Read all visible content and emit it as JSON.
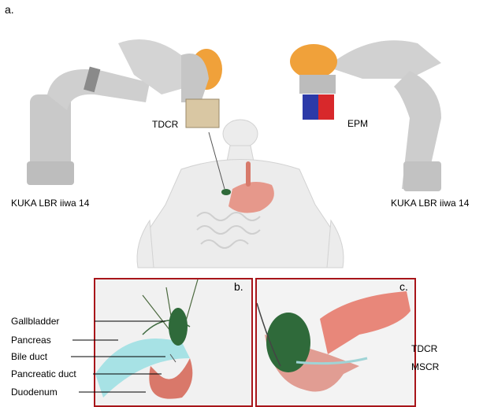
{
  "panel_a": {
    "letter": "a.",
    "labels": {
      "robot_left": "KUKA LBR iiwa 14",
      "robot_right": "KUKA LBR iiwa 14",
      "tdcr": "TDCR",
      "epm": "EPM"
    }
  },
  "panel_b": {
    "letter": "b.",
    "labels": [
      "Gallbladder",
      "Pancreas",
      "Bile duct",
      "Pancreatic duct",
      "Duodenum"
    ]
  },
  "panel_c": {
    "letter": "c.",
    "labels": [
      "TDCR",
      "MSCR"
    ]
  },
  "colors": {
    "inset_border": "#a8151a",
    "robot_gray": "#c9c9c9",
    "robot_orange": "#f0a13a",
    "magnet_red": "#d8282b",
    "magnet_blue": "#2c3aa8",
    "stomach": "#e58a7a",
    "gallbladder": "#2f6a3a",
    "pancreas": "#8fd4d8"
  }
}
